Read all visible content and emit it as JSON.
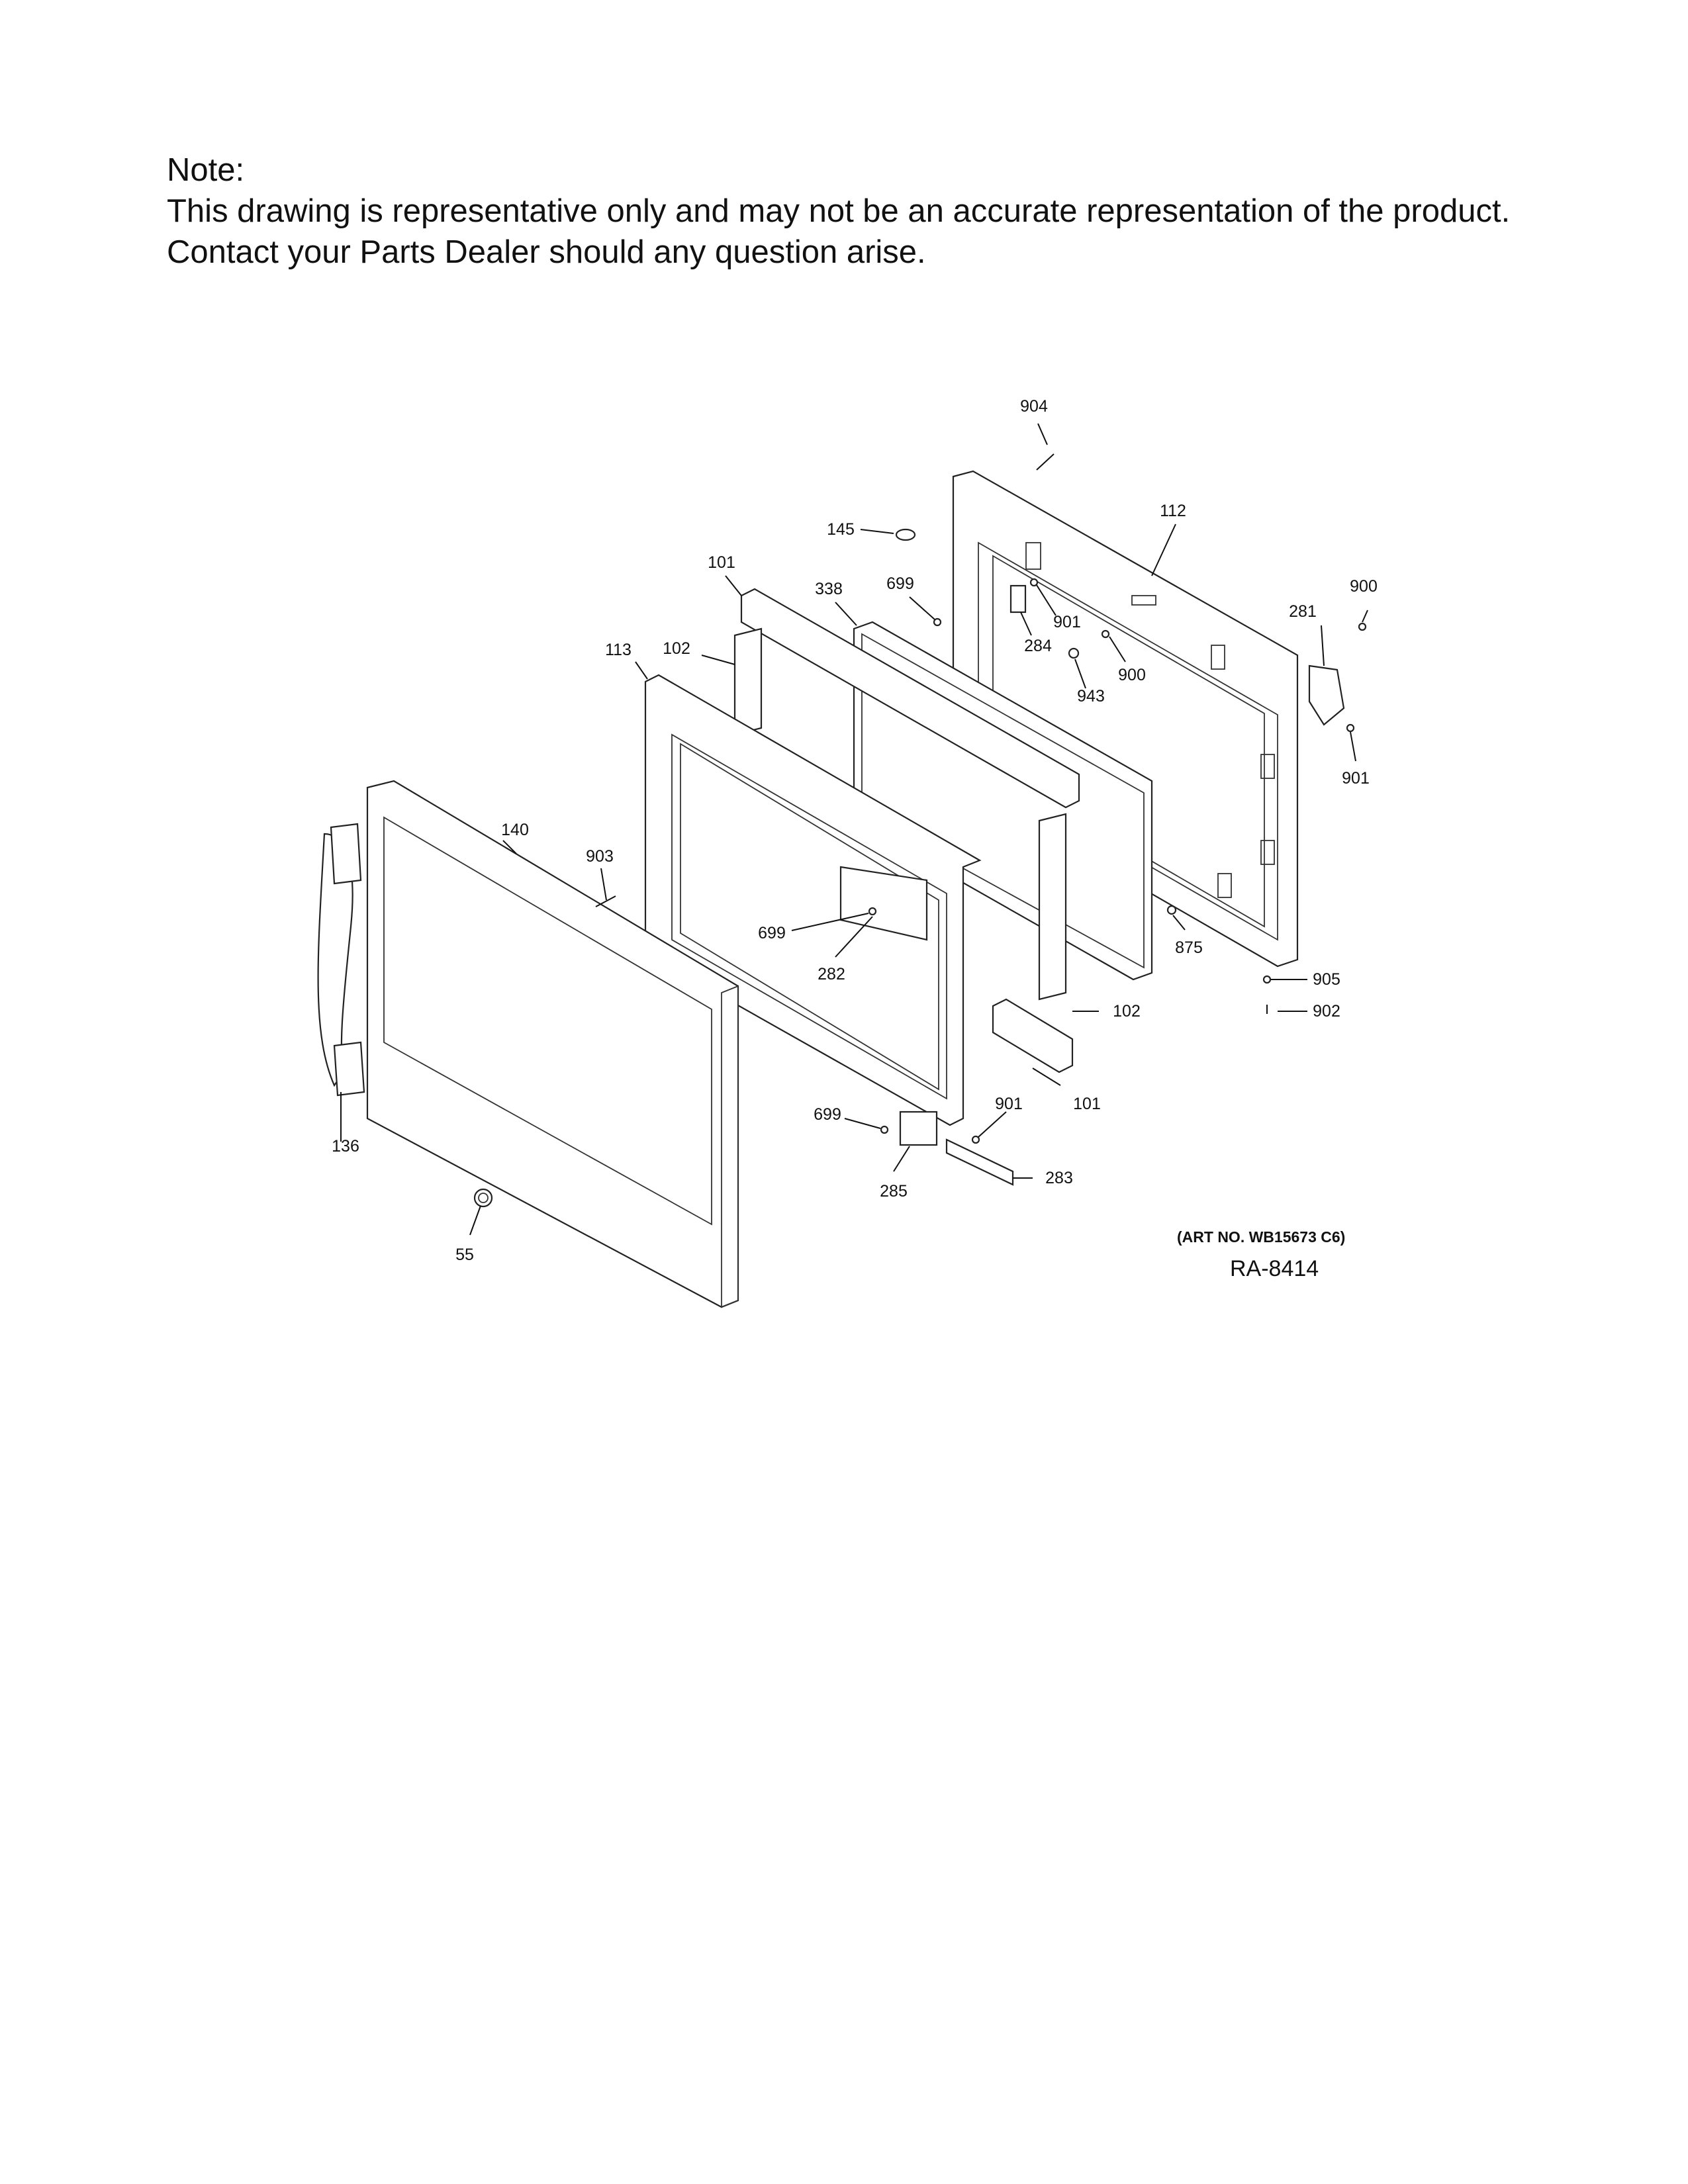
{
  "note": {
    "heading": "Note:",
    "line1": "This drawing is representative only and may not be an accurate representation of the product.",
    "line2": "Contact your Parts Dealer should any question arise."
  },
  "diagram": {
    "art_number": "(ART NO. WB15673 C6)",
    "drawing_id": "RA-8414",
    "callouts": [
      {
        "id": "c904",
        "label": "904"
      },
      {
        "id": "c112",
        "label": "112"
      },
      {
        "id": "c145",
        "label": "145"
      },
      {
        "id": "c101a",
        "label": "101"
      },
      {
        "id": "c338",
        "label": "338"
      },
      {
        "id": "c699a",
        "label": "699"
      },
      {
        "id": "c901a",
        "label": "901"
      },
      {
        "id": "c900a",
        "label": "900"
      },
      {
        "id": "c281",
        "label": "281"
      },
      {
        "id": "c284",
        "label": "284"
      },
      {
        "id": "c900b",
        "label": "900"
      },
      {
        "id": "c943",
        "label": "943"
      },
      {
        "id": "c113",
        "label": "113"
      },
      {
        "id": "c102a",
        "label": "102"
      },
      {
        "id": "c901b",
        "label": "901"
      },
      {
        "id": "c140",
        "label": "140"
      },
      {
        "id": "c903",
        "label": "903"
      },
      {
        "id": "c699b",
        "label": "699"
      },
      {
        "id": "c282",
        "label": "282"
      },
      {
        "id": "c875",
        "label": "875"
      },
      {
        "id": "c905",
        "label": "905"
      },
      {
        "id": "c102b",
        "label": "102"
      },
      {
        "id": "c902",
        "label": "902"
      },
      {
        "id": "c101b",
        "label": "101"
      },
      {
        "id": "c901c",
        "label": "901"
      },
      {
        "id": "c699c",
        "label": "699"
      },
      {
        "id": "c136",
        "label": "136"
      },
      {
        "id": "c285",
        "label": "285"
      },
      {
        "id": "c283",
        "label": "283"
      },
      {
        "id": "c55",
        "label": "55"
      }
    ]
  }
}
